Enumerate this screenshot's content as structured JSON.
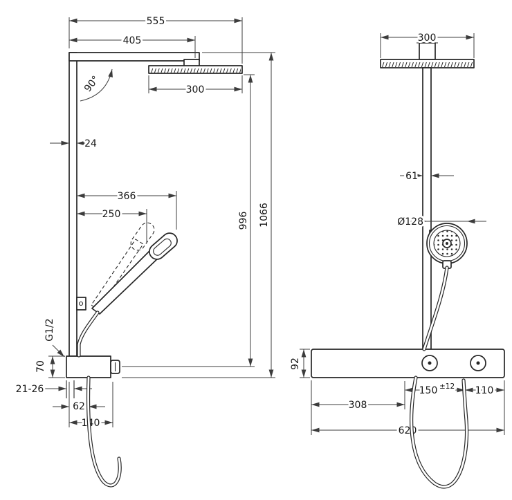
{
  "left_view": {
    "width_total": "555",
    "width_arm": "405",
    "head_width": "300",
    "swivel_angle": "90°",
    "bar_depth": "24",
    "handshower_reach": "366",
    "handshower_reach_inner": "250",
    "height_to_head": "996",
    "height_total": "1066",
    "thread": "G1/2",
    "unit_height": "70",
    "wall_distance": "21-26",
    "outlet_offset": "62",
    "unit_depth": "140"
  },
  "right_view": {
    "head_width": "300",
    "pipe_offset": "61",
    "handshower_diameter": "Ø128",
    "shelf_height": "92",
    "connection_spacing": "150",
    "connection_tolerance": "±12",
    "edge_to_connection": "110",
    "left_to_connection": "308",
    "shelf_width": "620"
  }
}
